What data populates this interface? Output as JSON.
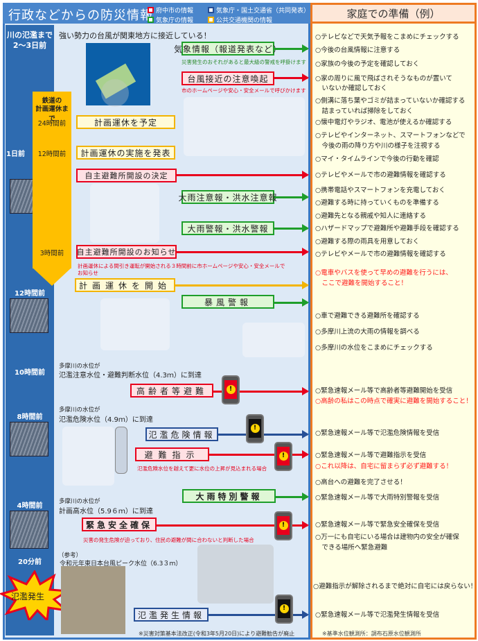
{
  "header": {
    "title": "行政などからの防災情報",
    "legend": [
      {
        "label": "府中市の情報",
        "color": "#e8001c"
      },
      {
        "label": "気象庁・国土交通省（共同発表）",
        "color": "#264f96"
      },
      {
        "label": "気象庁の情報",
        "color": "#1e9e2a"
      },
      {
        "label": "公共交通機関の情報",
        "color": "#f3b400"
      }
    ]
  },
  "timeline": {
    "t0a": "川の氾濫まで",
    "t0b": "2～3日前",
    "t1": "1日前",
    "t2": "12時間前",
    "t3": "10時間前",
    "t4": "8時間前",
    "t5": "4時間前",
    "t6": "20分前",
    "flood": "氾濫発生"
  },
  "rail": {
    "title_a": "鉄道の",
    "title_b": "計画運休まで",
    "h24": "24時間前",
    "h12": "12時間前",
    "h3": "3時間前"
  },
  "main": {
    "headline": "強い勢力の台風が関東地方に接近している！",
    "boxes": {
      "weather_info": "気象情報（報道発表など）",
      "typhoon_alert": "台風接近の注意喚起",
      "plan_suspend": "計画運休を予定",
      "plan_announce": "計画運休の実施を発表",
      "shelter_decision": "自主避難所開設の決定",
      "advisory": "大雨注意報・洪水注意報",
      "warning": "大雨警報・洪水警報",
      "shelter_notice": "自主避難所開設のお知らせ",
      "plan_start": "計画運休を開始",
      "storm": "暴風警報",
      "elderly": "高齢者等避難",
      "danger_info": "氾濫危険情報",
      "evac_order": "避難指示",
      "special_warning": "大雨特別警報",
      "emergency": "緊急安全確保",
      "flood_info": "氾濫発生情報"
    },
    "captions": {
      "weather_info": "災害発生のおそれがあると最大級の警戒を呼掛けます",
      "typhoon_alert": "市のホームページや安心・安全メールで呼びかけます",
      "shelter_notice_a": "計画運休による間引き運転が開始される３時間前に市ホームページや安心・安全メールで",
      "shelter_notice_b": "お知らせ",
      "evac_order": "氾濫危険水位を越えて更に水位の上昇が見込まれる場合",
      "emergency": "災害の発生危険が迫っており、住民の避難が間に合わないと判断した場合"
    },
    "water": {
      "prefix": "多摩川の水位が",
      "l1": "氾濫注意水位・避難判断水位（4.3ｍ）に到達",
      "l2": "氾濫危険水位（4.9ｍ）に到達",
      "l3": "計画高水位（5.9６ｍ）に到達",
      "ref_a": "（参考）",
      "ref_b": "令和元年東日本台風ピーク水位（6.3３ｍ）"
    },
    "footnote": "※災害対策基本法改正(令和3年5月20日)により避難勧告が廃止"
  },
  "home": {
    "title": "家庭での準備（例）",
    "items": [
      "○テレビなどで天気予報をこまめにチェックする",
      "○今後の台風情報に注意する",
      "○家族の今後の予定を確認しておく",
      "○家の周りに風で飛ばされそうなものが置いて",
      "　いないか確認しておく",
      "○側溝に落ち葉やゴミが詰まっていないか確認する",
      "　詰まっていれば掃除をしておく",
      "○懐中電灯やラジオ、電池が使えるか確認する",
      "○テレビやインターネット、スマートフォンなどで",
      "　今後の雨の降り方や川の様子を注視する",
      "○マイ・タイムラインで今後の行動を確認",
      "○テレビやメールで市の避難情報を確認する",
      "○携帯電話やスマートフォンを充電しておく",
      "○避難する時に持っていくものを準備する",
      "○避難先となる親戚や知人に連絡する",
      "○ハザードマップで避難所や避難手段を確認する",
      "○避難する際の雨具を用意しておく",
      "○テレビやメールで市の避難情報を確認する",
      "○電車やバスを使って早めの避難を行うには、",
      "　ここで避難を開始すること！",
      "○車で避難できる避難所を確認する",
      "○多摩川上流の大雨の情報を調べる",
      "○多摩川の水位をこまめにチェックする",
      "○緊急速報メール等で高齢者等避難開始を受信",
      "○高齢の私はこの時点で確実に避難を開始すること！",
      "○緊急速報メール等で氾濫危険情報を受信",
      "○緊急速報メール等で避難指示を受信",
      "○これ以降は、自宅に留まらず必ず避難する！",
      "○高台への避難を完了させる！",
      "○緊急速報メール等で大雨特別警報を受信",
      "○緊急速報メール等で緊急安全確保を受信",
      "○万一にも自宅にいる場合は建物内の安全が確保",
      "　できる場所へ緊急避難",
      "○避難指示が解除されるまで絶対に自宅には戻らない！",
      "○緊急速報メール等で氾濫発生情報を受信"
    ],
    "footnote": "※基準水位観測所：調布石原水位観測所"
  },
  "icons": {
    "phone": "phone-alert-icon",
    "starburst": "flood-burst-icon"
  }
}
